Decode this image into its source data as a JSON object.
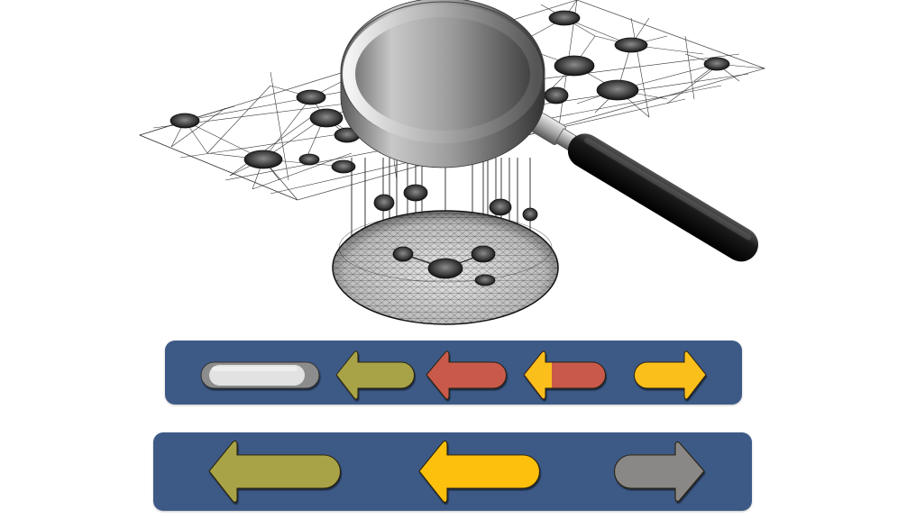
{
  "illustration": {
    "subject": "magnifying-glass-over-network-graph",
    "elements": [
      "network-plane",
      "magnifying-glass",
      "hemisphere-lens-view",
      "projection-lines",
      "floating-nodes",
      "ellipsoid-mesh"
    ]
  },
  "colors": {
    "bar_background": "#3d5a87",
    "olive": "#a8a346",
    "red": "#c95a4b",
    "yellow": "#fbbf1c",
    "gray": "#8a8886",
    "toggle_inner": "#e2e2e2",
    "toggle_outer": "#8c8c8c",
    "outline": "#2b2410"
  },
  "toolbar_top": {
    "controls": [
      {
        "type": "toggle",
        "label": "toggle",
        "state": "off"
      },
      {
        "type": "arrow-left",
        "label": "back-olive",
        "color": "#a8a346"
      },
      {
        "type": "arrow-left",
        "label": "back-red",
        "color": "#c95a4b"
      },
      {
        "type": "arrow-left",
        "label": "back-yellow-red",
        "head_color": "#fbbf1c",
        "shaft_color": "#c95a4b"
      },
      {
        "type": "arrow-right",
        "label": "forward-yellow",
        "color": "#fbbf1c"
      }
    ]
  },
  "toolbar_bottom": {
    "controls": [
      {
        "type": "arrow-left",
        "label": "back-olive-large",
        "color": "#a8a346"
      },
      {
        "type": "arrow-left",
        "label": "back-yellow-large",
        "color": "#fdc00d"
      },
      {
        "type": "arrow-right",
        "label": "forward-gray",
        "color": "#8a8886"
      }
    ]
  }
}
